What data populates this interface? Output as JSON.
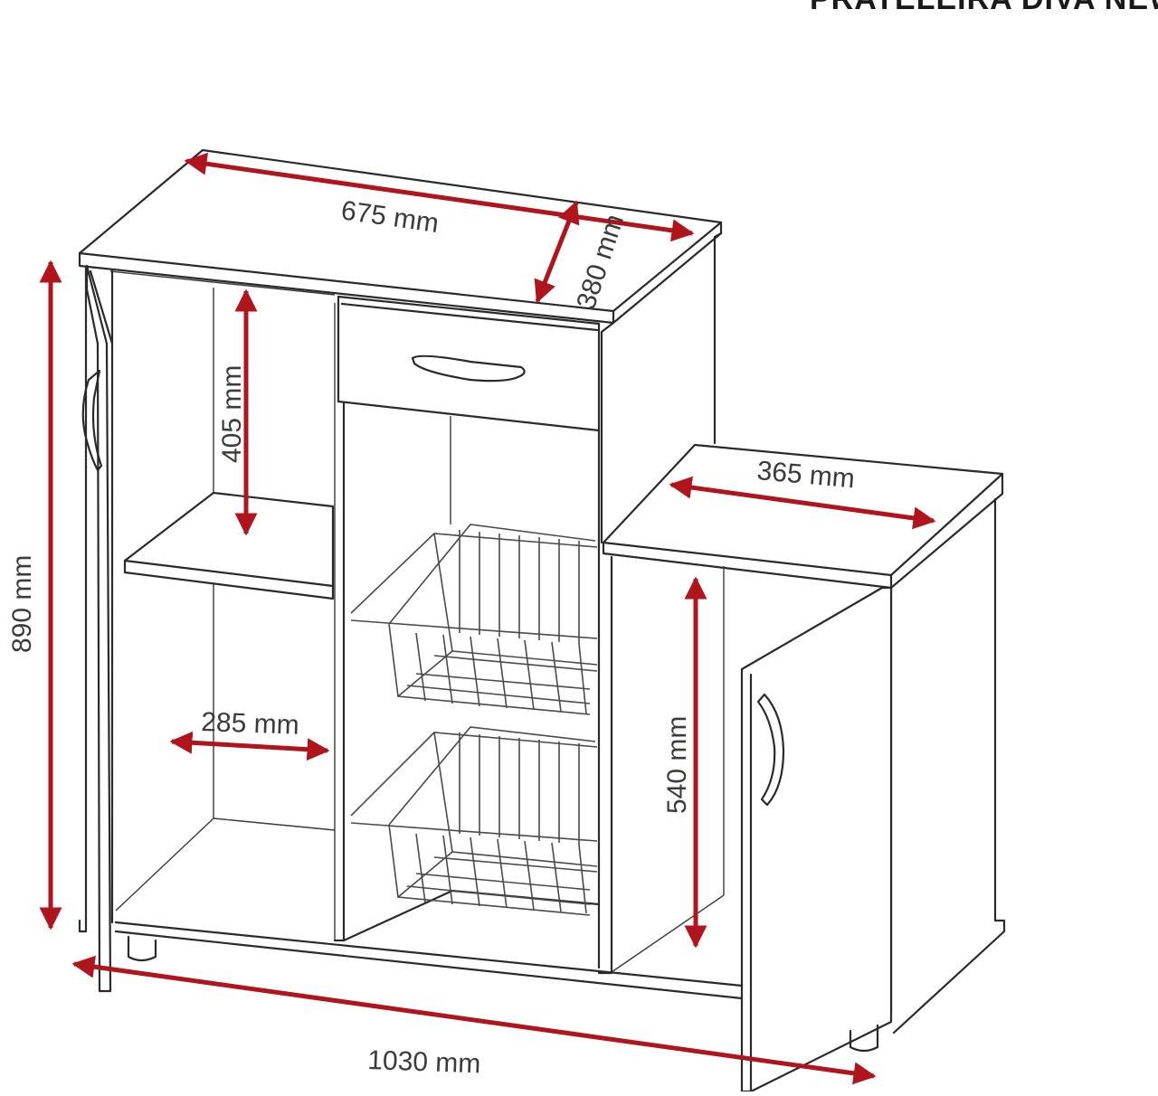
{
  "header": {
    "title": "PRATELEIRA DIVA NEW"
  },
  "dimensions": {
    "top_width": "675 mm",
    "top_depth": "380 mm",
    "niche_height": "405 mm",
    "total_height": "890 mm",
    "side_top_width": "365 mm",
    "shelf_width": "285 mm",
    "side_height": "540 mm",
    "total_width": "1030 mm"
  },
  "colors": {
    "dimension_arrow": "#b0141c",
    "line": "#2a2a2a",
    "background": "#ffffff"
  }
}
